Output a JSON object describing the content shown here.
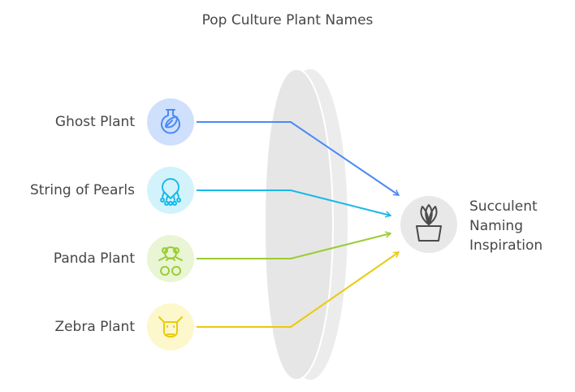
{
  "title": "Pop Culture Plant Names",
  "sources": [
    {
      "label": "Ghost Plant",
      "icon": "flask-leaf-icon",
      "color": "#4a8af4",
      "fill": "#cfe0fc"
    },
    {
      "label": "String of Pearls",
      "icon": "pearl-necklace-icon",
      "color": "#1ab8e8",
      "fill": "#d2f3fc"
    },
    {
      "label": "Panda Plant",
      "icon": "teddy-bear-icon",
      "color": "#9bcc33",
      "fill": "#e9f5d4"
    },
    {
      "label": "Zebra Plant",
      "icon": "zebra-head-icon",
      "color": "#eacb0a",
      "fill": "#fdf7cc"
    }
  ],
  "target": {
    "label_lines": [
      "Succulent",
      "Naming",
      "Inspiration"
    ],
    "icon": "succulent-pot-icon"
  }
}
